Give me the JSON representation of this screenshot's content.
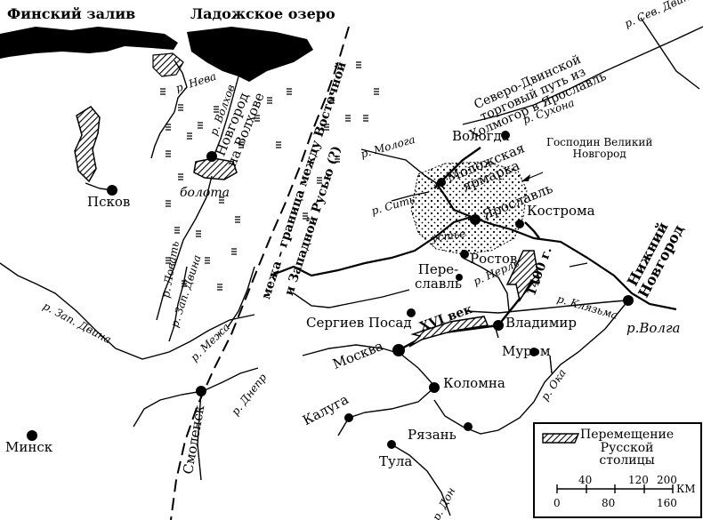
{
  "water": {
    "gulf": "Финский залив",
    "ladoga": "Ладожское озеро"
  },
  "cities": {
    "pskov": "Псков",
    "novgorod": "Новгород\nна Волхове",
    "vologda": "Вологда",
    "mologa_fair": "Моложская\nярмарка",
    "yaroslavl": "Ярославль",
    "kostroma": "Кострома",
    "rostov": "Ростов",
    "pereslavl": "Пере-\nславль",
    "sergiev": "Сергиев Посад",
    "vladimir": "Владимир",
    "nizhny": "Нижний\nНовгород",
    "murom": "Муром",
    "moscow": "Москва",
    "kolomna": "Коломна",
    "kaluga": "Калуга",
    "ryazan": "Рязань",
    "tula": "Тула",
    "smolensk": "Смоленск",
    "minsk": "Минск"
  },
  "rivers": {
    "neva": "р. Нева",
    "volkhov": "р. Волхов",
    "lovat": "р. Ловать",
    "zap_dvina_small": "р. Зап. Двина",
    "zap_dvina": "р. Зап. Двина",
    "mezha": "р. Межа",
    "dnepr": "р. Днепр",
    "mologa": "р. Молога",
    "sit": "р. Сить",
    "sukhona": "р. Сухона",
    "sev_dvina": "р. Сев. Двина",
    "nerl": "р. Нерль",
    "klyazma": "р. Клязьма",
    "volga": "р.Волга",
    "oka": "р. Ока",
    "don": "р. Дон"
  },
  "labels": {
    "bolota": "болота",
    "ustye": "устье",
    "border": "межа – граница между Восточной",
    "border2": "и Западной Русью (?)",
    "trade_route": "Северо-Двинской\nторговый путь из\nХолмогор в Ярославль",
    "gospodin": "Господин Великий\nНовгород",
    "year1400": "1400 г.",
    "xvi": "XVI век"
  },
  "legend": {
    "title": "Перемещение\nРусской\nстолицы",
    "scale_top": [
      "40",
      "120",
      "200"
    ],
    "scale_bottom": [
      "0",
      "80",
      "160"
    ],
    "unit": "КМ"
  }
}
